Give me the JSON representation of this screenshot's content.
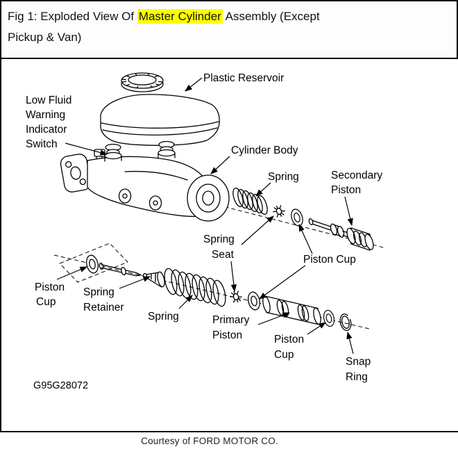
{
  "header": {
    "line1_prefix": "Fig 1: Exploded View Of ",
    "line1_highlight": "Master Cylinder",
    "line1_suffix": " Assembly (Except",
    "line2": "Pickup & Van)"
  },
  "diagram": {
    "figure_id": "G95G28072",
    "labels": {
      "plastic_reservoir": "Plastic Reservoir",
      "low_fluid_switch": [
        "Low Fluid",
        "Warning",
        "Indicator",
        "Switch"
      ],
      "cylinder_body": "Cylinder Body",
      "spring_upper": "Spring",
      "secondary_piston": [
        "Secondary",
        "Piston"
      ],
      "spring_seat": [
        "Spring",
        "Seat"
      ],
      "piston_cup_upper": "Piston Cup",
      "piston_cup_left": [
        "Piston",
        "Cup"
      ],
      "spring_retainer": [
        "Spring",
        "Retainer"
      ],
      "spring_lower": "Spring",
      "primary_piston": [
        "Primary",
        "Piston"
      ],
      "piston_cup_lower": [
        "Piston",
        "Cup"
      ],
      "snap_ring": [
        "Snap",
        "Ring"
      ]
    }
  },
  "footer": {
    "credit": "Courtesy of FORD MOTOR CO."
  },
  "colors": {
    "highlight": "#ffff00",
    "line": "#000000",
    "background": "#ffffff"
  }
}
